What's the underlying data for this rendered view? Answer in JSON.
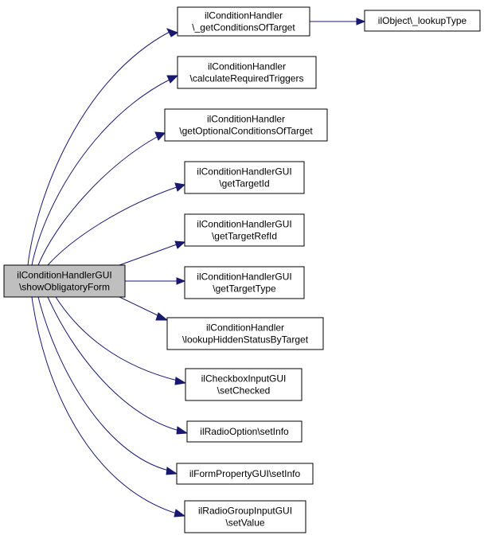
{
  "graph": {
    "root": {
      "id": "root",
      "lines": [
        "ilConditionHandlerGUI",
        "\\showObligatoryForm"
      ]
    },
    "nodes": [
      {
        "id": "n1",
        "lines": [
          "ilConditionHandler",
          "\\_getConditionsOfTarget"
        ]
      },
      {
        "id": "n2",
        "lines": [
          "ilObject\\_lookupType"
        ]
      },
      {
        "id": "n3",
        "lines": [
          "ilConditionHandler",
          "\\calculateRequiredTriggers"
        ]
      },
      {
        "id": "n4",
        "lines": [
          "ilConditionHandler",
          "\\getOptionalConditionsOfTarget"
        ]
      },
      {
        "id": "n5",
        "lines": [
          "ilConditionHandlerGUI",
          "\\getTargetId"
        ]
      },
      {
        "id": "n6",
        "lines": [
          "ilConditionHandlerGUI",
          "\\getTargetRefId"
        ]
      },
      {
        "id": "n7",
        "lines": [
          "ilConditionHandlerGUI",
          "\\getTargetType"
        ]
      },
      {
        "id": "n8",
        "lines": [
          "ilConditionHandler",
          "\\lookupHiddenStatusByTarget"
        ]
      },
      {
        "id": "n9",
        "lines": [
          "ilCheckboxInputGUI",
          "\\setChecked"
        ]
      },
      {
        "id": "n10",
        "lines": [
          "ilRadioOption\\setInfo"
        ]
      },
      {
        "id": "n11",
        "lines": [
          "ilFormPropertyGUI\\setInfo"
        ]
      },
      {
        "id": "n12",
        "lines": [
          "ilRadioGroupInputGUI",
          "\\setValue"
        ]
      }
    ],
    "edges": [
      [
        "root",
        "n1"
      ],
      [
        "n1",
        "n2"
      ],
      [
        "root",
        "n3"
      ],
      [
        "root",
        "n4"
      ],
      [
        "root",
        "n5"
      ],
      [
        "root",
        "n6"
      ],
      [
        "root",
        "n7"
      ],
      [
        "root",
        "n8"
      ],
      [
        "root",
        "n9"
      ],
      [
        "root",
        "n10"
      ],
      [
        "root",
        "n11"
      ],
      [
        "root",
        "n12"
      ]
    ],
    "colors": {
      "edge": "#191970",
      "root_fill": "#bfbfbf",
      "node_fill": "#ffffff",
      "border": "#000000"
    }
  }
}
